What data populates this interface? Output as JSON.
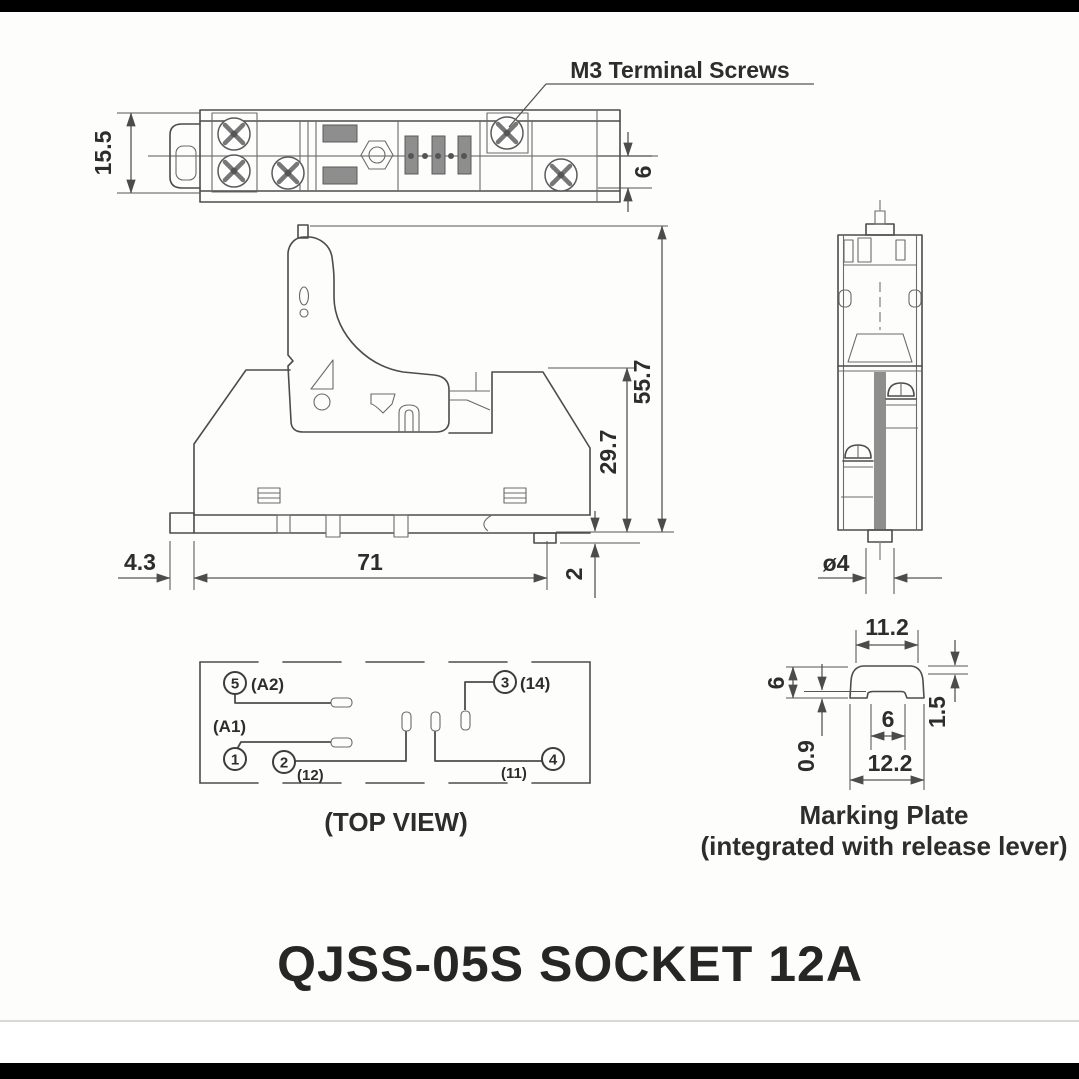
{
  "title": {
    "text": "QJSS-05S SOCKET 12A"
  },
  "labels": {
    "m3_screws": "M3 Terminal Screws",
    "marking_plate_line1": "Marking Plate",
    "marking_plate_line2": "(integrated with release lever)"
  },
  "dimensions": {
    "top_view_height": "15.5",
    "top_view_screw_depth": "6",
    "front_total_height": "55.7",
    "front_body_height": "29.7",
    "front_width": "71",
    "front_left_offset": "4.3",
    "front_rail_step": "2",
    "side_pin_diameter": "ø4",
    "plate_top_width": "11.2",
    "plate_height": "6",
    "plate_lip": "1.5",
    "plate_notch_depth": "0.9",
    "plate_notch_width": "6",
    "plate_bottom_width": "12.2"
  },
  "schematic": {
    "caption": "(TOP VIEW)",
    "pin1": "1",
    "pin2": "2",
    "pin3": "3",
    "pin4": "4",
    "pin5": "5",
    "pin1_label": "(A1)",
    "pin2_label": "(12)",
    "pin3_label": "(14)",
    "pin4_label": "(11)",
    "pin5_label": "(A2)"
  },
  "colors": {
    "line": "#4c4c4c",
    "text": "#2d2d2d",
    "fill_gray": "#8e8e8e",
    "letterbox": "#000000"
  }
}
